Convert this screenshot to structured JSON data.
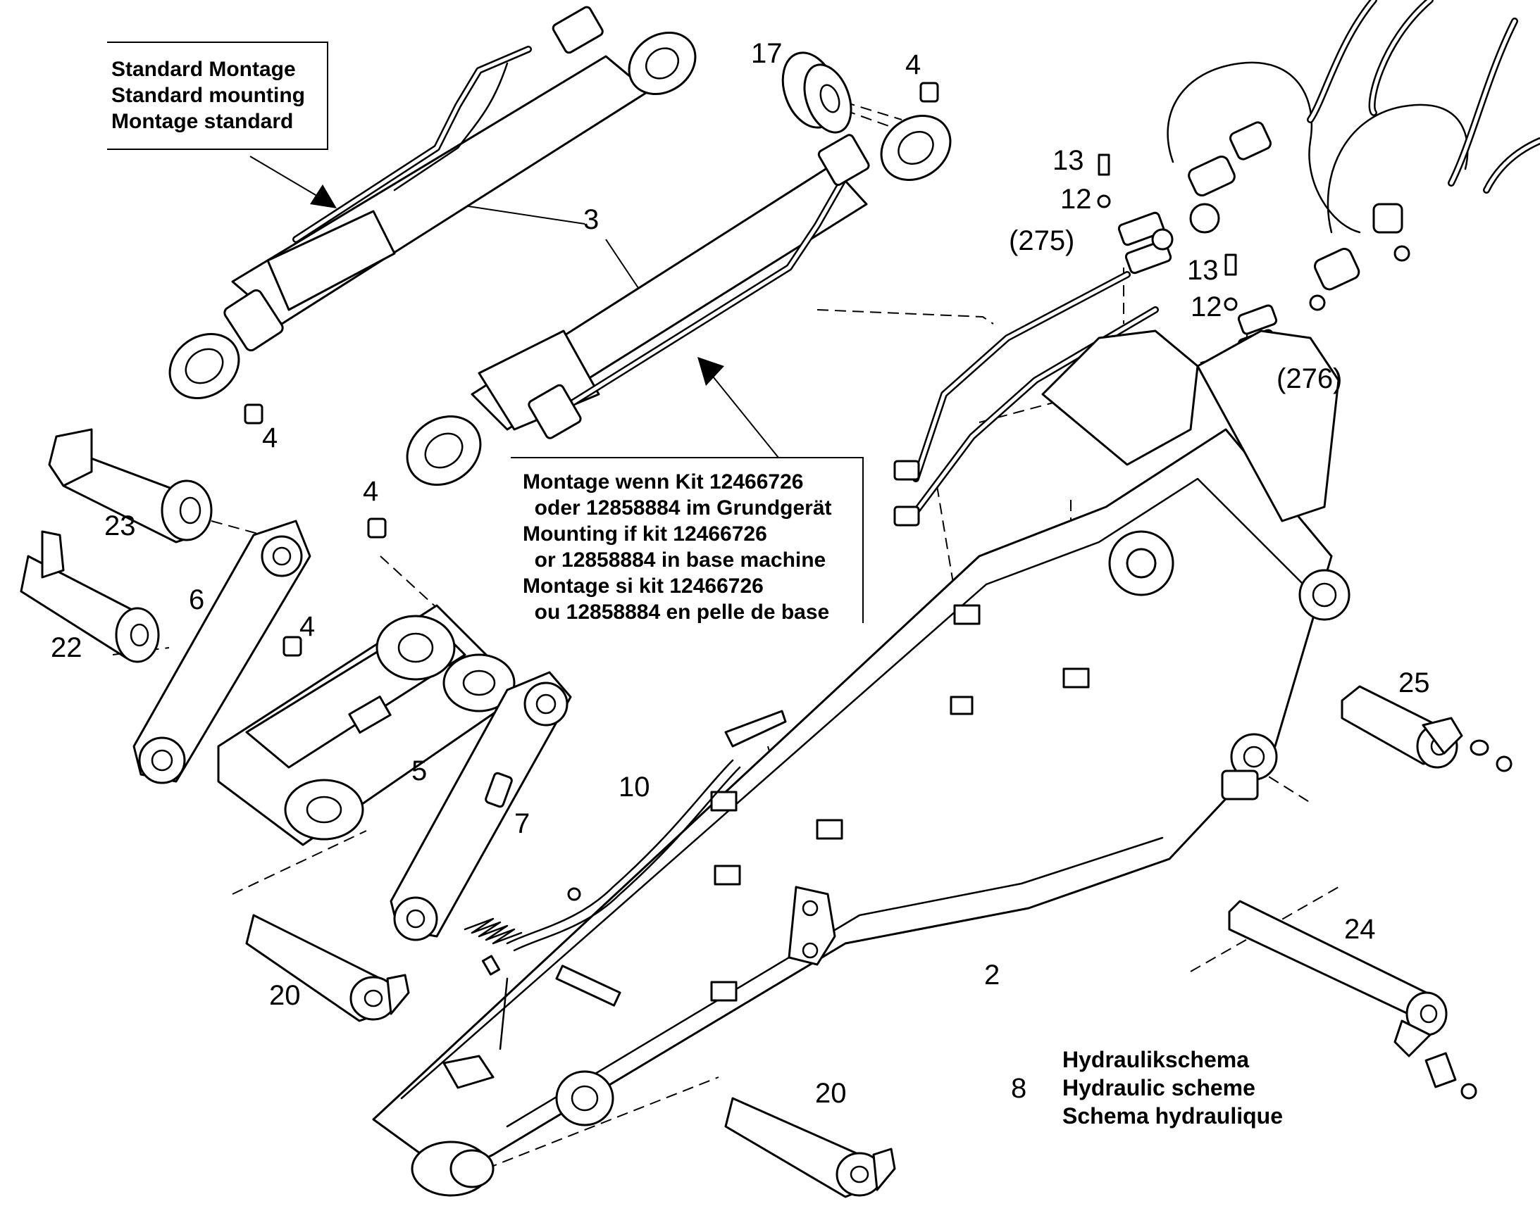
{
  "notes": {
    "standard": [
      "Standard Montage",
      "Standard mounting",
      "Montage standard"
    ],
    "kit": [
      "Montage wenn Kit 12466726",
      "  oder 12858884 im Grundgerät",
      "Mounting if kit 12466726",
      "  or 12858884 in base machine",
      "Montage si kit 12466726",
      "  ou 12858884 en pelle de base"
    ],
    "hydraulic": [
      "Hydraulikschema",
      "Hydraulic scheme",
      "Schema hydraulique"
    ]
  },
  "callouts": {
    "c17": "17",
    "c4_top": "4",
    "c3": "3",
    "c13_a": "13",
    "c12_a": "12",
    "c275": "(275)",
    "c13_b": "13",
    "c12_b": "12",
    "c276": "(276)",
    "c4_cyl": "4",
    "c4_mid": "4",
    "c23": "23",
    "c6": "6",
    "c4_link": "4",
    "c22": "22",
    "c5": "5",
    "c25": "25",
    "c10": "10",
    "c7": "7",
    "c24": "24",
    "c2": "2",
    "c20_left": "20",
    "c20_bottom": "20",
    "c8": "8"
  }
}
